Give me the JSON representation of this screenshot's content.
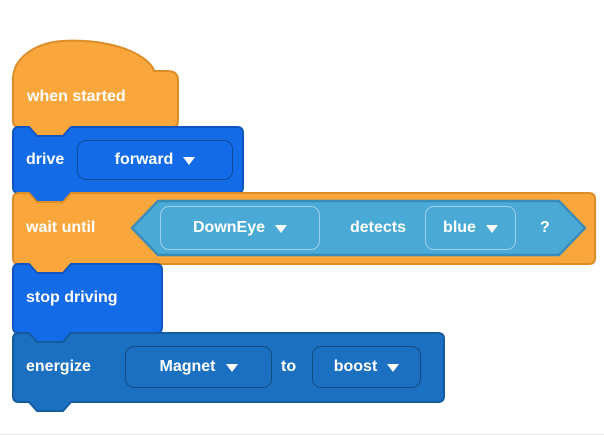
{
  "colors": {
    "orange-fill": "#F9A63D",
    "orange-border": "#DB8D28",
    "blue-fill": "#146BE8",
    "blue-border": "#0E55C2",
    "darkblue-fill": "#1B70C2",
    "darkblue-border": "#145A9E",
    "teal-fill": "#4BA9D5",
    "teal-border": "#3A8CB8",
    "label-text": "#FFFFFF"
  },
  "workspace": {
    "when_started": {
      "label": "when started"
    },
    "drive": {
      "label": "drive",
      "direction": {
        "value": "forward"
      }
    },
    "wait_until": {
      "label": "wait until",
      "condition": {
        "sensor": {
          "value": "DownEye"
        },
        "verb": "detects",
        "color": {
          "value": "blue"
        },
        "suffix": "?"
      }
    },
    "stop_driving": {
      "label": "stop driving"
    },
    "energize": {
      "label": "energize",
      "device": {
        "value": "Magnet"
      },
      "connector": "to",
      "mode": {
        "value": "boost"
      }
    }
  }
}
